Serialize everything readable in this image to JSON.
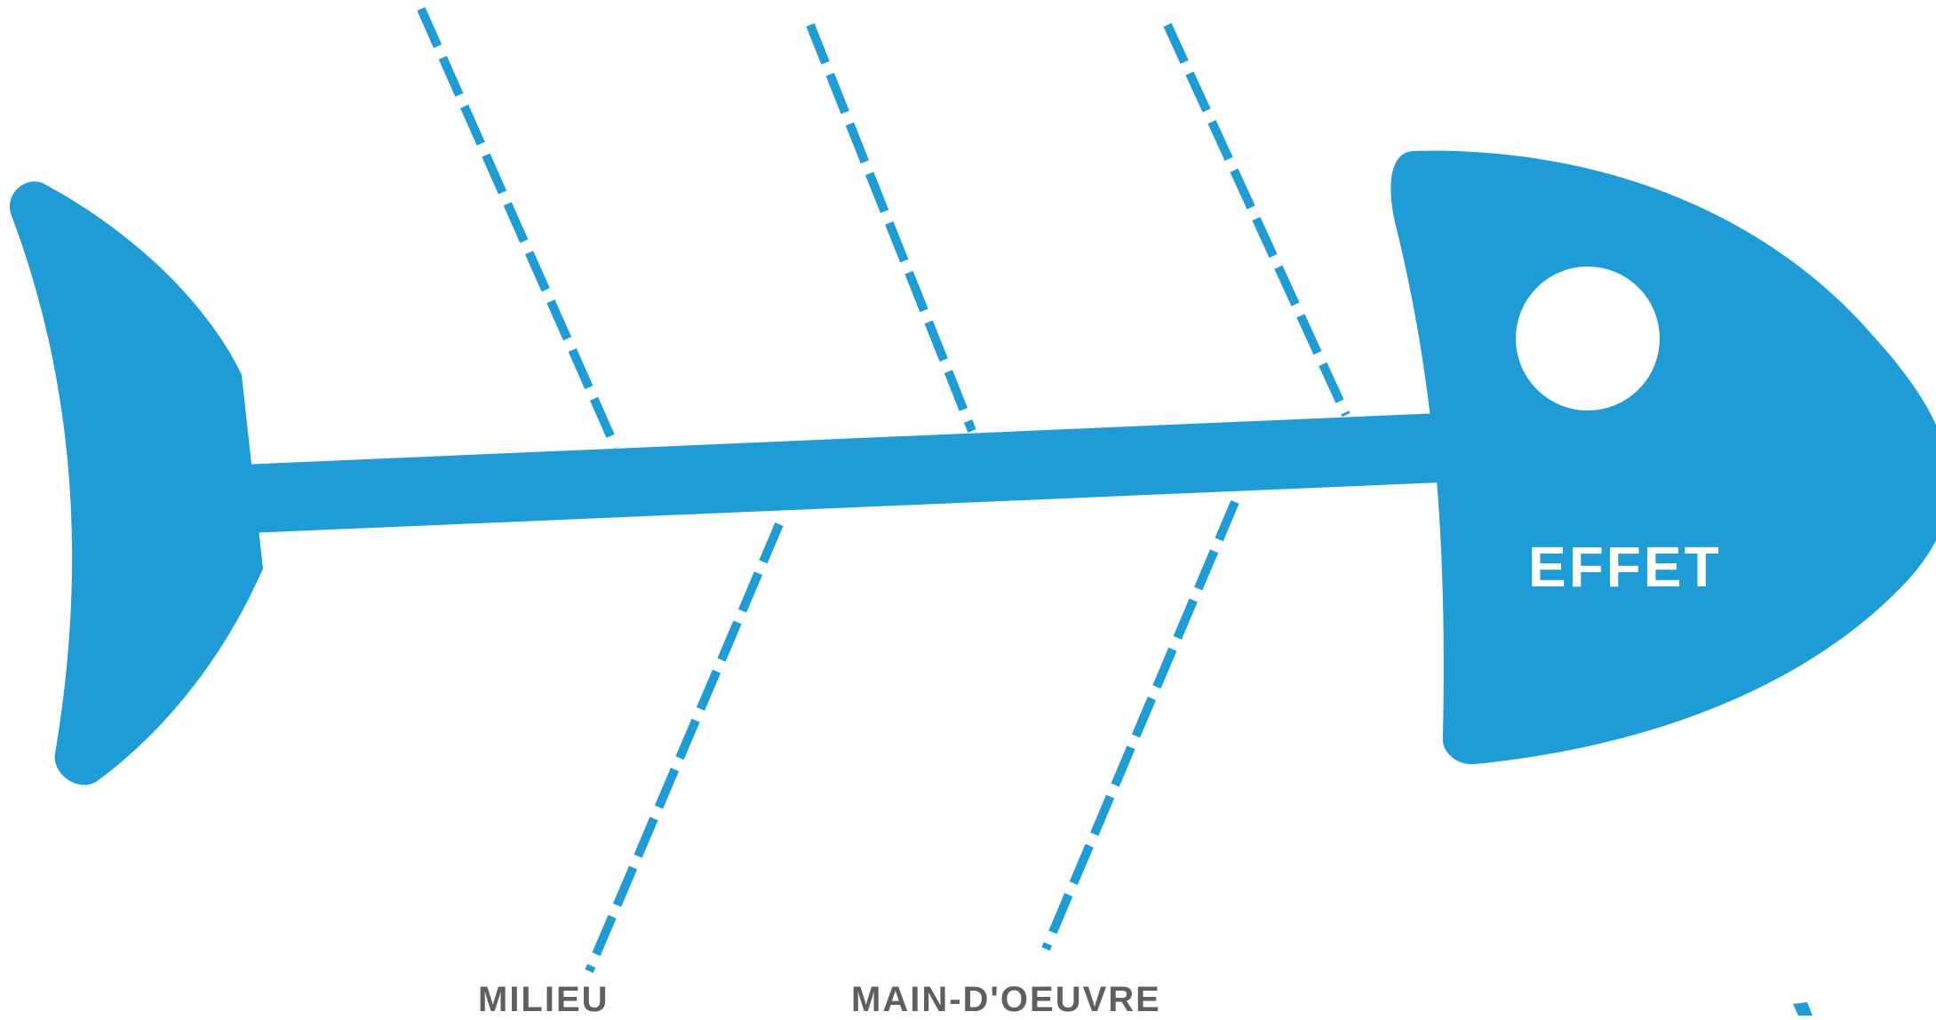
{
  "effect": {
    "label": "EFFET"
  },
  "causes": [
    {
      "label": "MILIEU"
    },
    {
      "label": "MAIN-D'OEUVRE"
    }
  ],
  "colors": {
    "fish": "#1f9cd5",
    "cause_text": "#5f5f5f",
    "effect_text": "#ffffff"
  }
}
